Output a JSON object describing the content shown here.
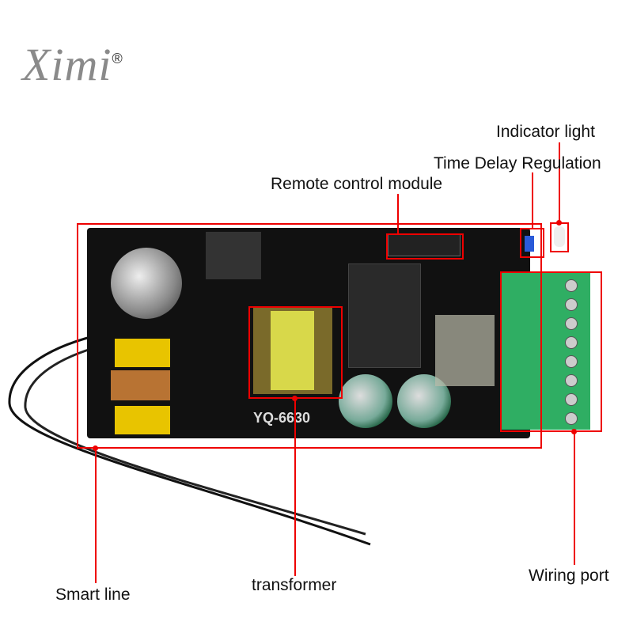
{
  "logo": {
    "text": "Ximi",
    "mark": "®"
  },
  "labels": {
    "indicator_light": "Indicator light",
    "time_delay": "Time Delay Regulation",
    "remote_module": "Remote control module",
    "smart_line": "Smart line",
    "transformer": "transformer",
    "wiring_port": "Wiring port"
  },
  "board": {
    "silkscreen": "YQ-6630"
  },
  "colors": {
    "annotation": "#ee0000",
    "pcb": "#111111",
    "terminal": "#2fae63"
  }
}
